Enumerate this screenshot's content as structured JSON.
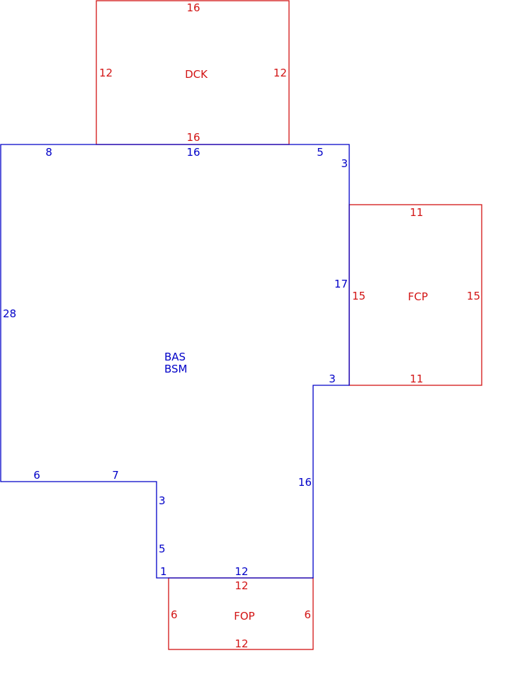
{
  "colors": {
    "main": "#0000c8",
    "addition": "#d21414",
    "background": "#ffffff"
  },
  "areas": {
    "main": {
      "code1": "BAS",
      "code2": "BSM"
    },
    "deck": {
      "code": "DCK"
    },
    "carport": {
      "code": "FCP"
    },
    "porch": {
      "code": "FOP"
    }
  },
  "dims": {
    "dck_top": "16",
    "dck_left": "12",
    "dck_right": "12",
    "dck_bottom": "16",
    "main_top_left": "8",
    "main_top_mid": "16",
    "main_top_right": "5",
    "main_right_upper": "3",
    "main_right_long": "17",
    "main_right_notch": "3",
    "main_left": "28",
    "main_bottom_left_a": "6",
    "main_bottom_left_b": "7",
    "main_inner_a": "3",
    "main_inner_b": "5",
    "main_inner_c": "1",
    "main_bottom": "12",
    "main_right_lower": "16",
    "fcp_top": "11",
    "fcp_left": "15",
    "fcp_right": "15",
    "fcp_bottom": "11",
    "fop_top": "12",
    "fop_left": "6",
    "fop_right": "6",
    "fop_bottom": "12"
  }
}
